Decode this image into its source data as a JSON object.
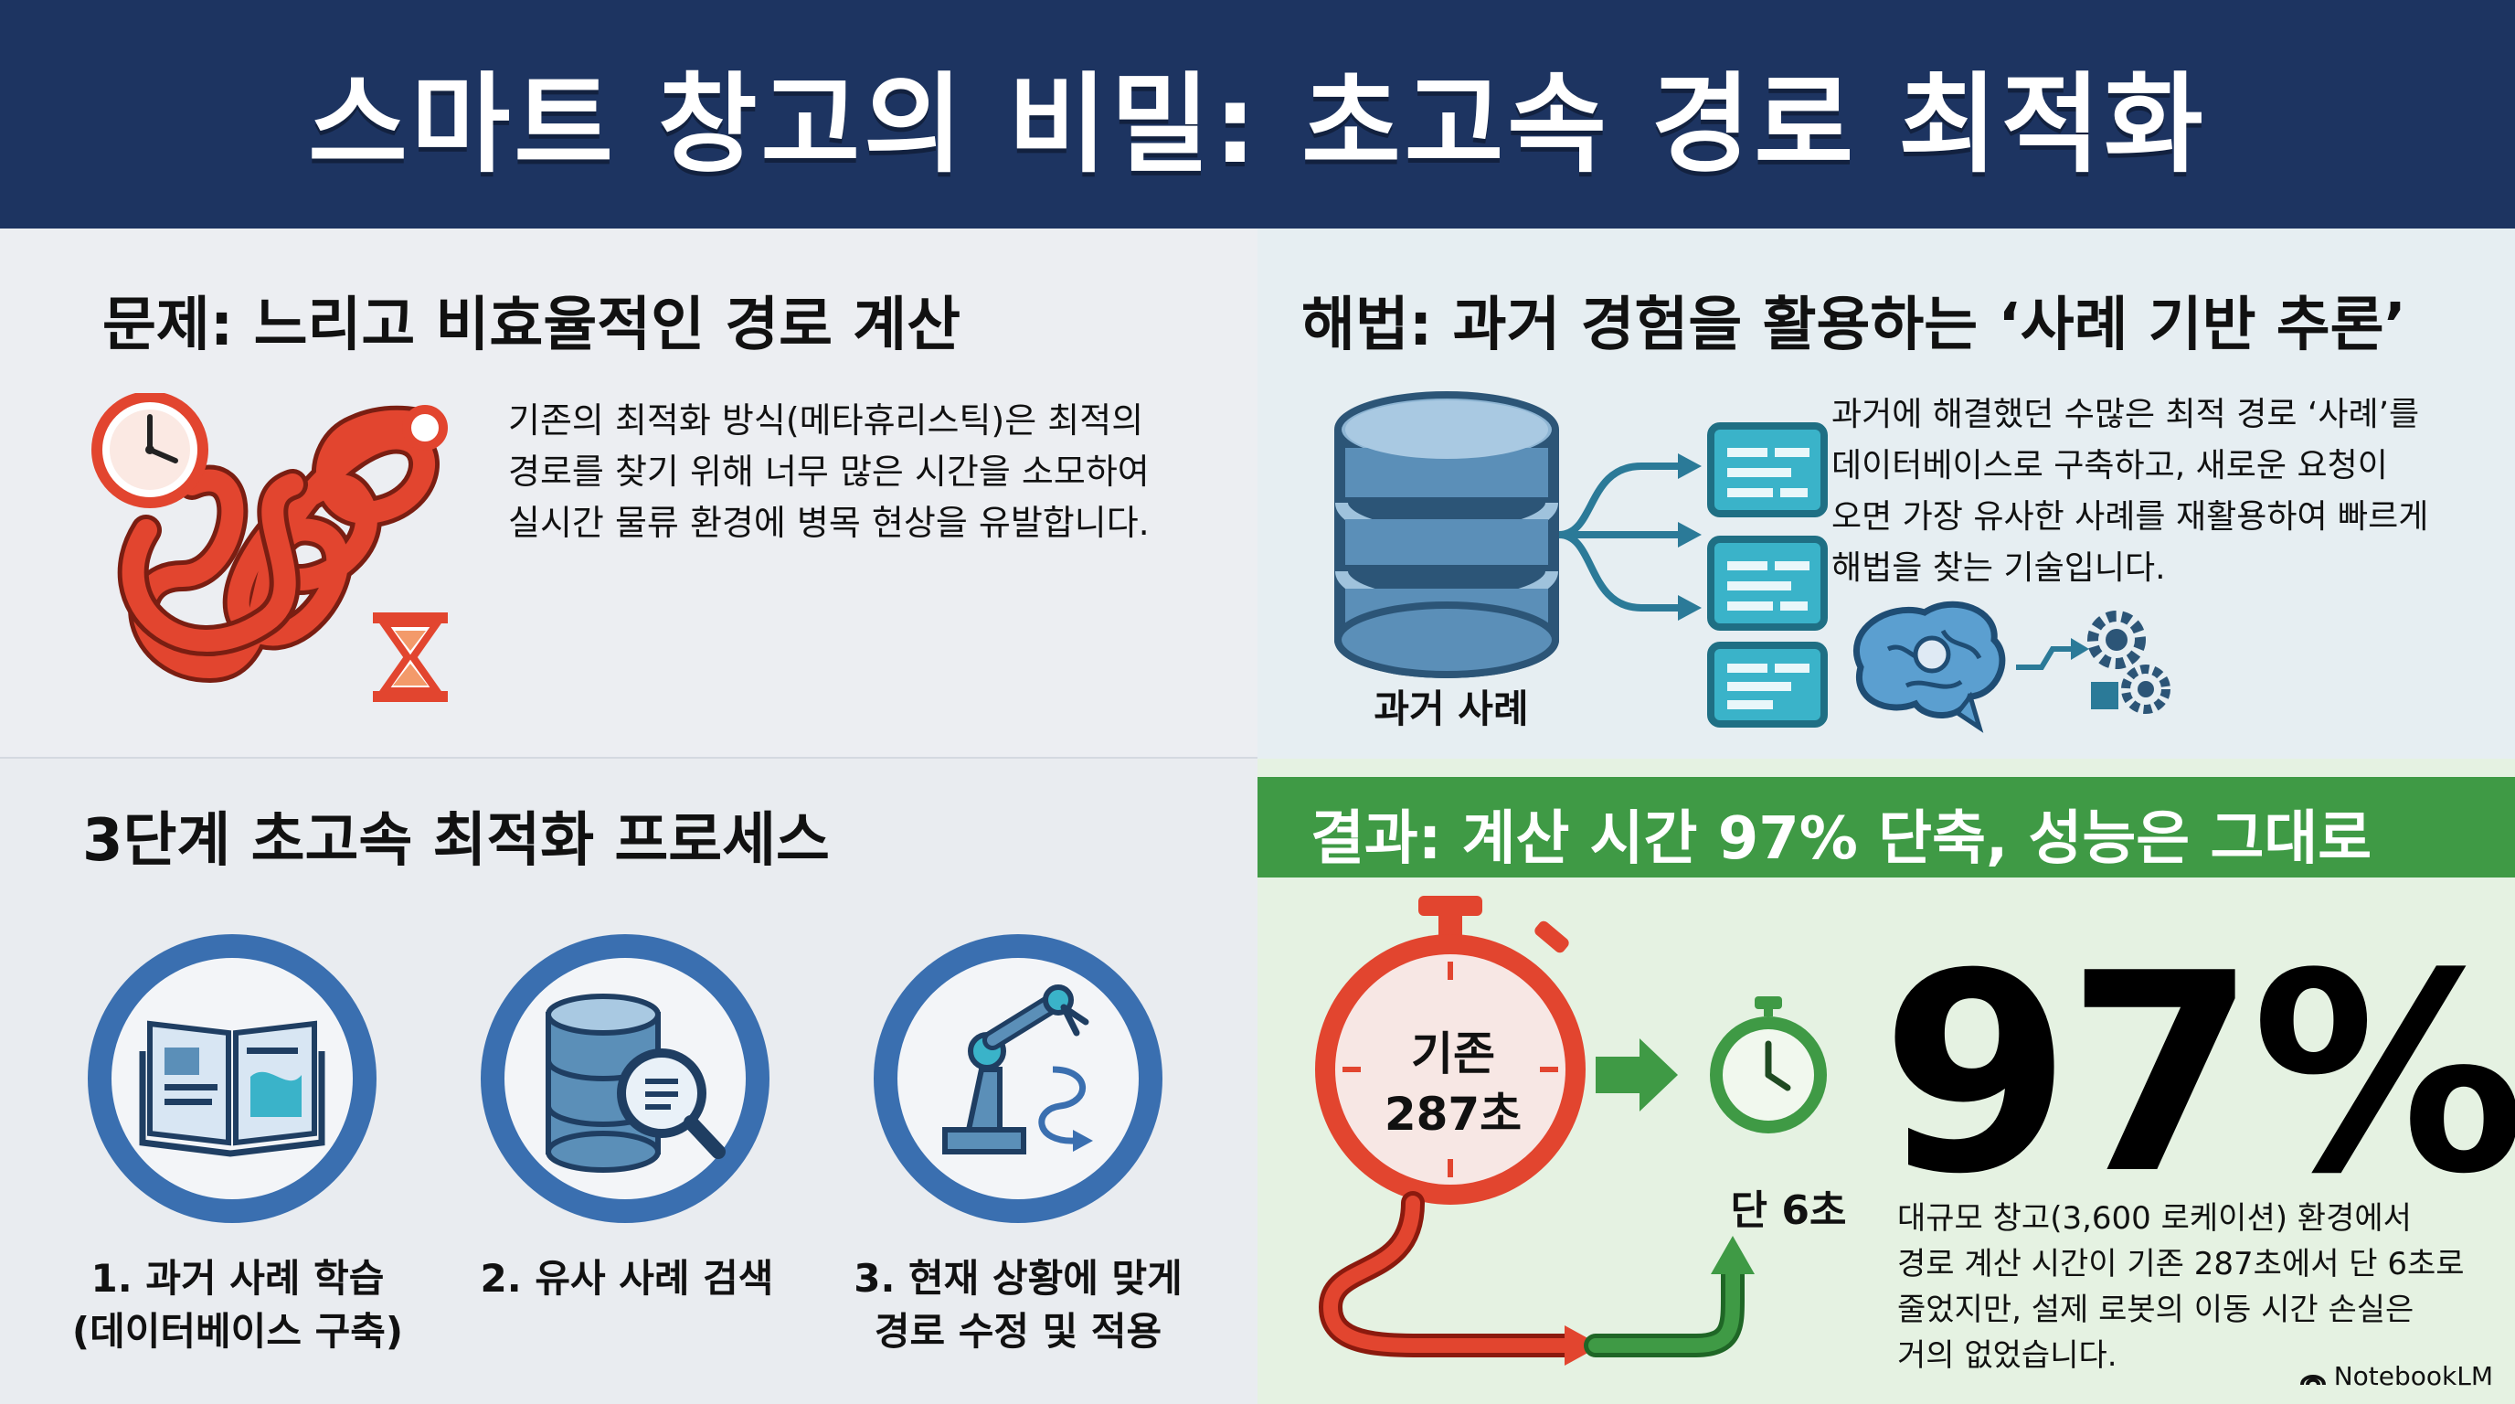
{
  "header": {
    "title": "스마트 창고의 비밀: 초고속 경로 최적화"
  },
  "problem": {
    "title": "문제: 느리고 비효율적인 경로 계산",
    "lines": [
      "기존의 최적화 방식(메타휴리스틱)은 최적의",
      "경로를 찾기 위해 너무 많은 시간을 소모하여",
      "실시간 물류 환경에 병목 현상을 유발합니다."
    ],
    "icons": [
      "clock-icon",
      "tangled-path-icon",
      "hourglass-icon"
    ]
  },
  "solution": {
    "title": "해법: 과거 경험을 활용하는 ‘사례 기반 추론’",
    "lines": [
      "과거에 해결했던 수많은 최적 경로 ‘사례’를",
      "데이터베이스로 구축하고, 새로운 요청이",
      "오면 가장 유사한 사례를 재활용하여 빠르게",
      "해법을 찾는 기술입니다."
    ],
    "database_label": "과거 사례",
    "icons": [
      "database-icon",
      "document-icon",
      "brain-icon",
      "gears-icon"
    ]
  },
  "process": {
    "title": "3단계 초고속 최적화 프로세스",
    "steps": [
      {
        "line1": "1. 과거 사례 학습",
        "line2": "(데이터베이스 구축)",
        "icon": "book-icon"
      },
      {
        "line1": "2. 유사 사례 검색",
        "line2": "",
        "icon": "database-search-icon"
      },
      {
        "line1": "3. 현재 상황에 맞게",
        "line2": "경로 수정 및 적용",
        "icon": "robot-arm-icon"
      }
    ]
  },
  "result": {
    "title": "결과: 계산 시간 97% 단축, 성능은 그대로",
    "old_label": "기존",
    "old_value": "287초",
    "new_value": "단 6초",
    "big_number": "97%",
    "lines": [
      "대규모 창고(3,600 로케이션) 환경에서",
      "경로 계산 시간이 기존 287초에서 단 6초로",
      "줄었지만, 설제 로봇의 이동 시간 손실은",
      "거의 없었습니다."
    ],
    "icons": [
      "stopwatch-icon",
      "arrow-right-icon"
    ]
  },
  "brand": {
    "name": "NotebookLM"
  },
  "colors": {
    "header_bg": "#1d3461",
    "problem_red": "#e2452f",
    "solution_teal": "#2b7a98",
    "process_blue": "#3a6fb0",
    "result_green": "#3f9a45"
  }
}
